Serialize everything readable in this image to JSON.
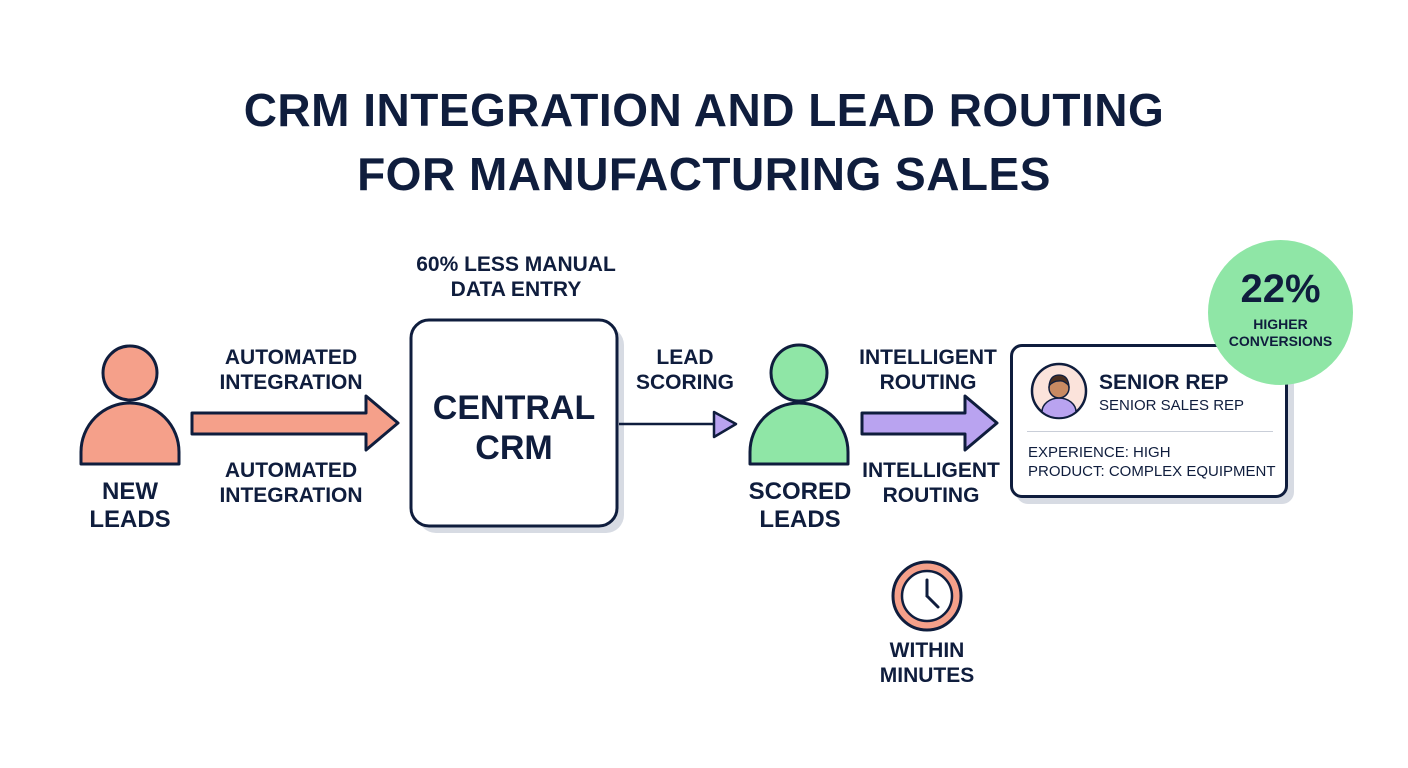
{
  "title": {
    "line1": "CRM INTEGRATION AND LEAD ROUTING",
    "line2": "FOR MANUFACTURING SALES"
  },
  "nodes": {
    "new_leads": {
      "line1": "NEW",
      "line2": "LEADS",
      "color": "#f5a08a"
    },
    "central_crm": {
      "line1": "CENTRAL",
      "line2": "CRM"
    },
    "scored_leads": {
      "line1": "SCORED",
      "line2": "LEADS",
      "color": "#8fe6a6"
    }
  },
  "arrows": {
    "integration": {
      "top": {
        "line1": "AUTOMATED",
        "line2": "INTEGRATION"
      },
      "bottom": {
        "line1": "AUTOMATED",
        "line2": "INTEGRATION"
      },
      "color": "#f5a08a"
    },
    "scoring": {
      "line1": "LEAD",
      "line2": "SCORING",
      "color": "#b9a3f0"
    },
    "routing": {
      "top": {
        "line1": "INTELLIGENT",
        "line2": "ROUTING"
      },
      "bottom": {
        "line1": "INTELLIGENT",
        "line2": "ROUTING"
      },
      "color": "#b9a3f0"
    }
  },
  "callouts": {
    "manual_entry": {
      "line1": "60% LESS MANUAL",
      "line2": "DATA ENTRY"
    },
    "timing": {
      "line1": "WITHIN",
      "line2": "MINUTES",
      "icon": "clock-icon"
    }
  },
  "rep_card": {
    "title": "SENIOR REP",
    "subtitle": "SENIOR SALES REP",
    "experience": "EXPERIENCE: HIGH",
    "product": "PRODUCT: COMPLEX EQUIPMENT",
    "avatar_icon": "person-avatar-icon"
  },
  "badge": {
    "value": "22%",
    "line1": "HIGHER",
    "line2": "CONVERSIONS",
    "color": "#8fe6a6"
  },
  "colors": {
    "navy": "#0f1d3d",
    "salmon": "#f5a08a",
    "green": "#8fe6a6",
    "lavender": "#b9a3f0",
    "shadow": "#d7dbe3"
  }
}
